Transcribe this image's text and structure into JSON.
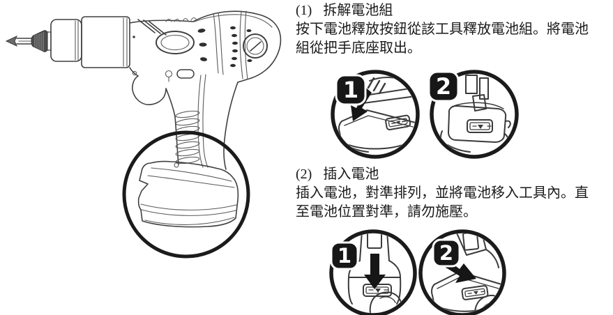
{
  "page": {
    "background": "#ffffff",
    "text_color": "#1a1a1a",
    "line_art_color": "#3f3f3f",
    "inset_ring_color": "#1b1b1b",
    "badge_bg": "#171717",
    "badge_text_color": "#ffffff"
  },
  "main_illustration": {
    "name": "cordless-drill-side-view",
    "magnifier": "battery-pack-in-handle-base"
  },
  "sections": [
    {
      "number": "(1)",
      "title": "拆解電池組",
      "lines": [
        "按下電池釋放按鈕從該工具釋放電池組。將電池",
        "組從把手底座取出。"
      ],
      "steps": [
        {
          "badge": "1",
          "figure": "press-battery-release-button"
        },
        {
          "badge": "2",
          "figure": "slide-battery-pack-out-of-handle"
        }
      ]
    },
    {
      "number": "(2)",
      "title": "插入電池",
      "lines": [
        "插入電池，對準排列，並將電池移入工具內。直",
        "至電池位置對準，請勿施壓。"
      ],
      "steps": [
        {
          "badge": "1",
          "figure": "align-battery-and-slide-down-into-handle"
        },
        {
          "badge": "2",
          "figure": "push-battery-in-until-aligned"
        }
      ]
    }
  ]
}
